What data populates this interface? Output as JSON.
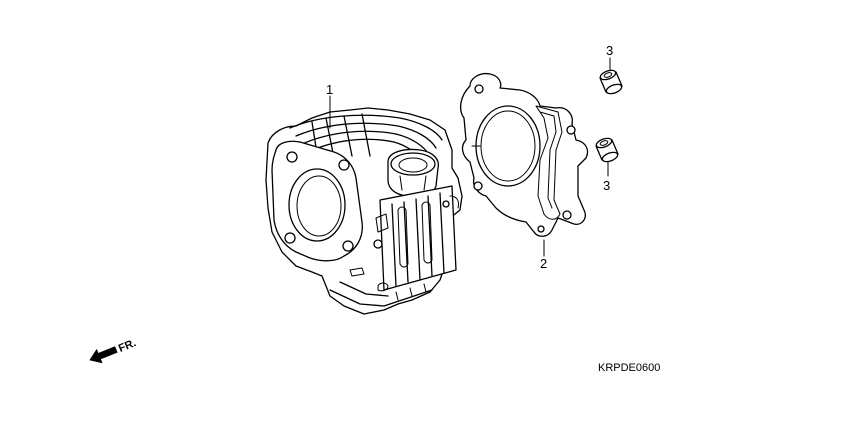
{
  "callouts": {
    "cylinder": "1",
    "gasket": "2",
    "dowel_pin_top": "3",
    "dowel_pin_bottom": "3"
  },
  "direction_label": "FR.",
  "diagram_code": "KRPDE0600"
}
